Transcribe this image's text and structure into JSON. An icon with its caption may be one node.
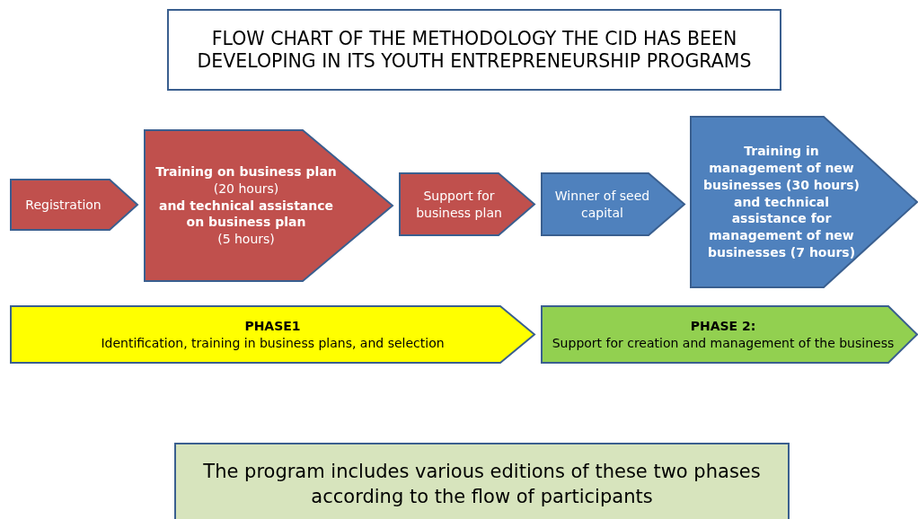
{
  "diagram": {
    "title": "FLOW CHART OF THE METHODOLOGY THE CID HAS BEEN DEVELOPING IN ITS YOUTH ENTREPRENEURSHIP PROGRAMS",
    "nodes": [
      {
        "text": [
          "Registration"
        ]
      },
      {
        "text": [
          "**Training on business plan** (20 hours) **and technical assistance on business plan** (5 hours)"
        ]
      },
      {
        "text": [
          "Support for business plan"
        ]
      },
      {
        "text": [
          "Winner of seed capital"
        ]
      },
      {
        "text": [
          "Training in management of new businesses (30 hours) and technical assistance for management of new businesses (7 hours)"
        ]
      },
      {
        "text": [
          "PHASE1",
          "Identification, training in business plans, and selection"
        ]
      },
      {
        "text": [
          "PHASE 2:",
          "Support for creation and management of the business"
        ]
      },
      {
        "text": [
          "The program includes various editions of these two phases  according to the flow of participants"
        ]
      }
    ]
  }
}
